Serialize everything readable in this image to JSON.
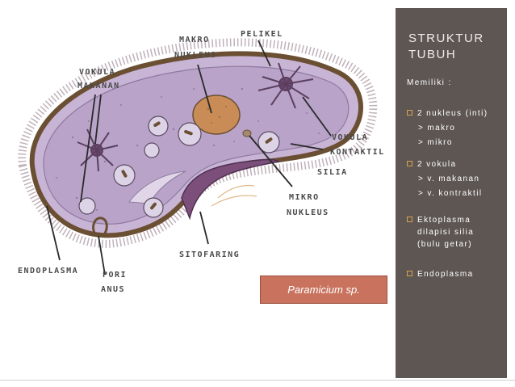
{
  "panel": {
    "title_line1": "STRUKTUR",
    "title_line2": "TUBUH",
    "intro": "Memiliki :",
    "bullets": [
      {
        "label": "2 nukleus (inti)",
        "subs": [
          "> makro",
          "> mikro"
        ]
      },
      {
        "label": "2 vokula",
        "subs": [
          "> v. makanan",
          "> v. kontraktil"
        ]
      },
      {
        "label_lines": [
          "Ektoplasma",
          "dilapisi silia",
          "(bulu getar)"
        ]
      },
      {
        "label": "Endoplasma"
      }
    ]
  },
  "caption": "Paramicium sp.",
  "diagram_labels": {
    "makro_nukleus": [
      "MAKRO",
      "NUKLEUS"
    ],
    "pelikel": "PELIKEL",
    "vokula_makanan": [
      "VOKULA",
      "MAKANAN"
    ],
    "vokula_kontaktil": [
      "VOKULA",
      "KONTAKTIL"
    ],
    "silia": "SILIA",
    "mikro_nukleus": [
      "MIKRO",
      "NUKLEUS"
    ],
    "sitofaring": "SITOFARING",
    "endoplasma": "ENDOPLASMA",
    "pori_anus": [
      "PORI",
      "ANUS"
    ]
  },
  "colors": {
    "panel_bg": "#5d5653",
    "caption_bg": "#c9735e",
    "cell_body": "#c9b5d6",
    "pellicle": "#6b4f33",
    "macronucleus": "#c98c56"
  }
}
